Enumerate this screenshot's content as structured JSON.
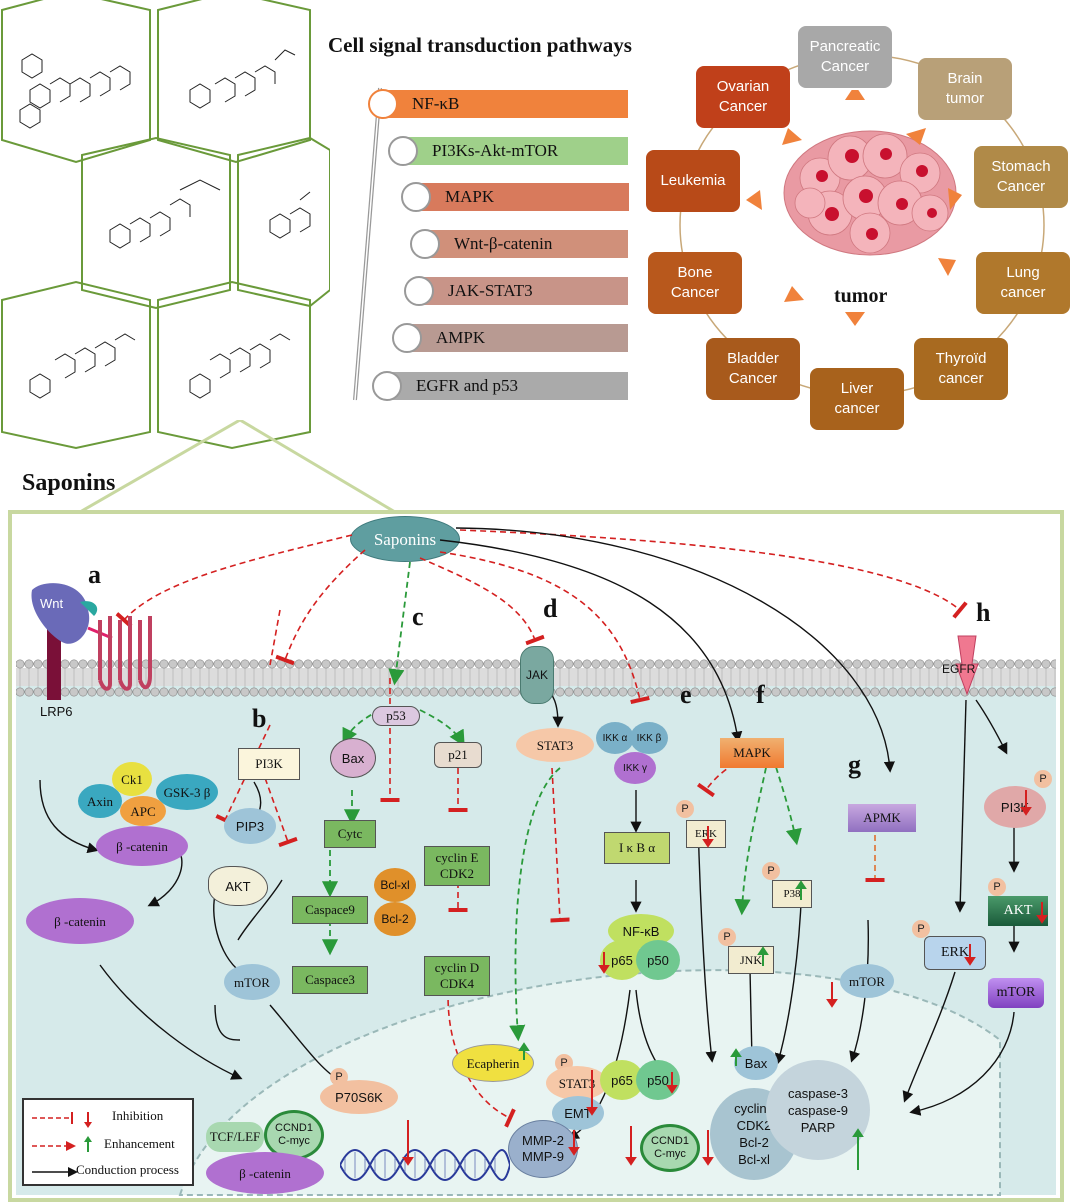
{
  "header": {
    "title": "Cell signal transduction pathways",
    "saponins_label": "Saponins",
    "tumor_label": "tumor"
  },
  "pathways": [
    {
      "label": "NF-κB",
      "color": "#f0823c"
    },
    {
      "label": "PI3Ks-Akt-mTOR",
      "color": "#9fd08a"
    },
    {
      "label": "MAPK",
      "color": "#d87a5c"
    },
    {
      "label": "Wnt-β-catenin",
      "color": "#d0907a"
    },
    {
      "label": "JAK-STAT3",
      "color": "#c89488"
    },
    {
      "label": "AMPK",
      "color": "#b89a92"
    },
    {
      "label": "EGFR and p53",
      "color": "#aaaaaa"
    }
  ],
  "cancers": [
    {
      "label": "Pancreatic\nCancer",
      "color": "#a8a8a8"
    },
    {
      "label": "Brain\ntumor",
      "color": "#b8a078"
    },
    {
      "label": "Stomach\nCancer",
      "color": "#b08a48"
    },
    {
      "label": "Lung\ncancer",
      "color": "#b0782c"
    },
    {
      "label": "Thyroïd\ncancer",
      "color": "#a86a20"
    },
    {
      "label": "Liver\ncancer",
      "color": "#a8621c"
    },
    {
      "label": "Bladder\nCancer",
      "color": "#a85a1c"
    },
    {
      "label": "Bone\nCancer",
      "color": "#b8581c"
    },
    {
      "label": "Leukemia",
      "color": "#b84a18"
    },
    {
      "label": "Ovarian\nCancer",
      "color": "#c0401a"
    }
  ],
  "diagram": {
    "saponins_node": "Saponins",
    "letters": [
      "a",
      "b",
      "c",
      "d",
      "e",
      "f",
      "g",
      "h"
    ],
    "wnt": "Wnt",
    "lrp6": "LRP6",
    "ck1": "Ck1",
    "axin": "Axin",
    "gsk3b": "GSK-3 β",
    "apc": "APC",
    "bcatenin1": "β -catenin",
    "bcatenin2": "β -catenin",
    "bcatenin3": "β -catenin",
    "tcf_lef": "TCF/LEF",
    "ccnd1_cmyc": "CCND1\nC-myc",
    "pi3k": "PI3K",
    "pip3": "PIP3",
    "akt": "AKT",
    "mtor": "mTOR",
    "p70s6k": "P70S6K",
    "p": "P",
    "p53": "p53",
    "bax": "Bax",
    "cytc": "Cytc",
    "caspace9": "Caspace9",
    "caspace3": "Caspace3",
    "bclxl": "Bcl-xl",
    "bcl2": "Bcl-2",
    "p21": "p21",
    "cyclinE": "cyclin E\nCDK2",
    "cyclinD": "cyclin D\nCDK4",
    "jak": "JAK",
    "stat3": "STAT3",
    "ecapherin": "Ecapherin",
    "stat3b": "STAT3",
    "emt": "EMT",
    "mmp": "MMP-2\nMMP-9",
    "ikka": "IKK α",
    "ikkb": "IKK β",
    "ikkg": "IKK γ",
    "ikba": "I κ B α",
    "nfkb": "NF-κB",
    "p65": "p65",
    "p50": "p50",
    "p65b": "p65",
    "p50b": "p50",
    "ccnd1b": "CCND1\nC-myc",
    "mapk": "MAPK",
    "erk": "ERK",
    "p38": "P38",
    "jnk": "JNK",
    "bax2": "Bax",
    "cyclina": "cyclina\nCDK2\nBcl-2\nBcl-xl",
    "caspases": "caspase-3\ncaspase-9\nPARP",
    "apmk": "APMK",
    "mtor_g": "mTOR",
    "egfr": "EGFR",
    "pi3k_h": "PI3K",
    "akt_h": "AKT",
    "erk_h": "ERK",
    "mtor_h": "mTOR"
  },
  "legend": {
    "inhibition": "Inhibition",
    "enhancement": "Enhancement",
    "conduction": "Conduction process"
  }
}
